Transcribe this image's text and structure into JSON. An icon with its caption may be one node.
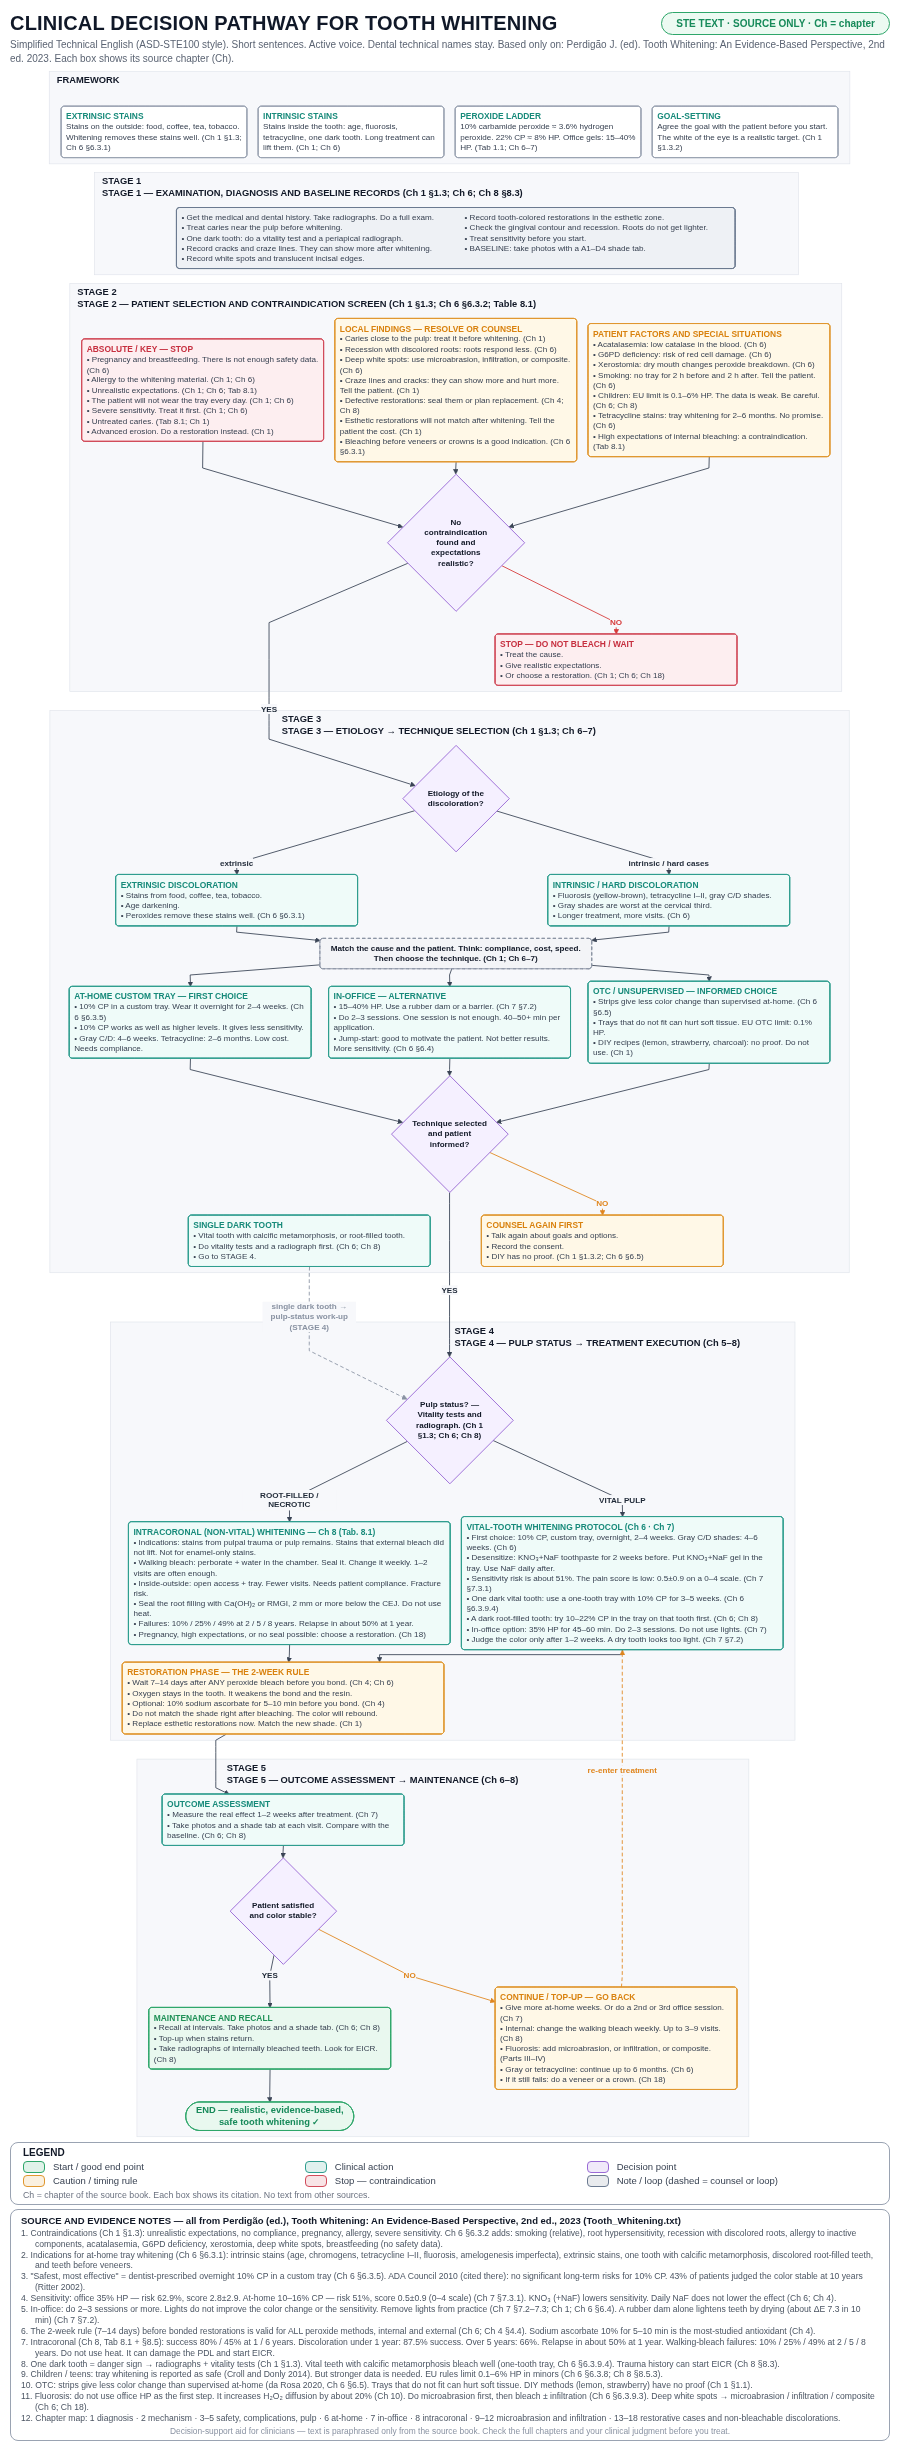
{
  "diagram": {
    "title": "CLINICAL DECISION PATHWAY FOR TOOTH WHITENING",
    "nodes": [
      {
        "text": [
          "FRAMEWORK"
        ]
      },
      {
        "text": [
          "EXTRINSIC STAINS",
          "Stains on the outside: food, coffee, tea, tobacco. Whitening removes these stains well. (Ch 1 §1.3; Ch 6 §6.3.1)"
        ],
        "in": 0
      },
      {
        "text": [
          "INTRINSIC STAINS",
          "Stains inside the tooth: age, fluorosis, tetracycline, one dark tooth. Long treatment can lift them. (Ch 1; Ch 6)"
        ],
        "in": 0
      },
      {
        "text": [
          "PEROXIDE LADDER",
          "10% carbamide peroxide ≈ 3.6% hydrogen peroxide. 22% CP ≈ 8% HP. Office gels: 15–40% HP. (Tab 1.1; Ch 6–7)"
        ],
        "in": 0
      },
      {
        "text": [
          "GOAL-SETTING",
          "Agree the goal with the patient before you start. The white of the eye is a realistic target. (Ch 1 §1.3.2)"
        ],
        "in": 0
      },
      {
        "text": [
          "STAGE 1",
          "STAGE 1 — EXAMINATION, DIAGNOSIS AND BASELINE RECORDS (Ch 1 §1.3; Ch 6; Ch 8 §8.3)"
        ]
      },
      {
        "text": [
          "• Get the medical and dental history. Take radiographs. Do a full exam.",
          "• Treat caries near the pulp before whitening.",
          "• One dark tooth: do a vitality test and a periapical radiograph.",
          "• Record cracks and craze lines. They can show more after whitening.",
          "• Record white spots and translucent incisal edges.",
          "• Record tooth-colored restorations in the esthetic zone.",
          "• Check the gingival contour and recession. Roots do not get lighter.",
          "• Treat sensitivity before you start.",
          "• BASELINE: take photos with a A1–D4 shade tab."
        ],
        "in": 5
      },
      {
        "text": [
          "STAGE 2",
          "STAGE 2 — PATIENT SELECTION AND CONTRAINDICATION SCREEN (Ch 1 §1.3; Ch 6 §6.3.2; Table 8.1)"
        ]
      },
      {
        "text": [
          "ABSOLUTE / KEY — STOP",
          "• Pregnancy and breastfeeding. There is not enough safety data. (Ch 6)",
          "• Allergy to the whitening material. (Ch 1; Ch 6)",
          "• Unrealistic expectations. (Ch 1; Ch 6; Tab 8.1)",
          "• The patient will not wear the tray every day. (Ch 1; Ch 6)",
          "• Severe sensitivity. Treat it first. (Ch 1; Ch 6)",
          "• Untreated caries. (Tab 8.1; Ch 1)",
          "• Advanced erosion. Do a restoration instead. (Ch 1)"
        ],
        "in": 7
      },
      {
        "text": [
          "LOCAL FINDINGS — RESOLVE OR COUNSEL",
          "• Caries close to the pulp: treat it before whitening. (Ch 1)",
          "• Recession with discolored roots: roots respond less. (Ch 6)",
          "• Deep white spots: use microabrasion, infiltration, or composite. (Ch 6)",
          "• Craze lines and cracks: they can show more and hurt more. Tell the patient. (Ch 1)",
          "• Defective restorations: seal them or plan replacement. (Ch 4; Ch 8)",
          "• Esthetic restorations will not match after whitening. Tell the patient the cost. (Ch 1)",
          "• Bleaching before veneers or crowns is a good indication. (Ch 6 §6.3.1)"
        ],
        "in": 7
      },
      {
        "text": [
          "PATIENT FACTORS AND SPECIAL SITUATIONS",
          "• Acatalasemia: low catalase in the blood. (Ch 6)",
          "• G6PD deficiency: risk of red cell damage. (Ch 6)",
          "• Xerostomia: dry mouth changes peroxide breakdown. (Ch 6)",
          "• Smoking: no tray for 2 h before and 2 h after. Tell the patient. (Ch 6)",
          "• Children: EU limit is 0.1–6% HP. The data is weak. Be careful. (Ch 6; Ch 8)",
          "• Tetracycline stains: tray whitening for 2–6 months. No promise. (Ch 6)",
          "• High expectations of internal bleaching: a contraindication. (Tab 8.1)"
        ],
        "in": 7
      },
      {
        "text": [
          "STOP — DO NOT BLEACH / WAIT",
          "• Treat the cause.",
          "• Give realistic expectations.",
          "• Or choose a restoration. (Ch 1; Ch 6; Ch 18)"
        ],
        "in": 7
      },
      {
        "text": [
          "No contraindication found and expectations realistic?"
        ],
        "in": 7
      },
      {
        "text": [
          "STAGE 3",
          "STAGE 3 — ETIOLOGY → TECHNIQUE SELECTION (Ch 1 §1.3; Ch 6–7)"
        ]
      },
      {
        "text": [
          "Etiology of the discoloration?"
        ],
        "in": 13
      },
      {
        "text": [
          "EXTRINSIC DISCOLORATION",
          "• Stains from food, coffee, tea, tobacco.",
          "• Age darkening.",
          "• Peroxides remove these stains well. (Ch 6 §6.3.1)"
        ],
        "in": 13
      },
      {
        "text": [
          "INTRINSIC / HARD DISCOLORATION",
          "• Fluorosis (yellow-brown), tetracycline I–II, gray C/D shades.",
          "• Gray shades are worst at the cervical third.",
          "• Longer treatment, more visits. (Ch 6)"
        ],
        "in": 13
      },
      {
        "text": [
          "SINGLE DARK TOOTH",
          "• Vital tooth with calcific metamorphosis, or root-filled tooth.",
          "• Do vitality tests and a radiograph first. (Ch 6; Ch 8)",
          "• Go to STAGE 4."
        ],
        "in": 13
      },
      {
        "text": [
          "Match the cause and the patient. Think: compliance, cost, speed. Then choose the technique. (Ch 1; Ch 6–7)"
        ],
        "in": 13
      },
      {
        "text": [
          "AT-HOME CUSTOM TRAY — FIRST CHOICE",
          "• 10% CP in a custom tray. Wear it overnight for 2–4 weeks. (Ch 6 §6.3.5)",
          "• 10% CP works as well as higher levels. It gives less sensitivity.",
          "• Gray C/D: 4–6 weeks. Tetracycline: 2–6 months. Low cost. Needs compliance."
        ],
        "in": 13
      },
      {
        "text": [
          "IN-OFFICE — ALTERNATIVE",
          "• 15–40% HP. Use a rubber dam or a barrier. (Ch 7 §7.2)",
          "• Do 2–3 sessions. One session is not enough. 40–50+ min per application.",
          "• Jump-start: good to motivate the patient. Not better results. More sensitivity. (Ch 6 §6.4)"
        ],
        "in": 13
      },
      {
        "text": [
          "OTC / UNSUPERVISED — INFORMED CHOICE",
          "• Strips give less color change than supervised at-home. (Ch 6 §6.5)",
          "• Trays that do not fit can hurt soft tissue. EU OTC limit: 0.1% HP.",
          "• DIY recipes (lemon, strawberry, charcoal): no proof. Do not use. (Ch 1)"
        ],
        "in": 13
      },
      {
        "text": [
          "Technique selected and patient informed?"
        ],
        "in": 13
      },
      {
        "text": [
          "COUNSEL AGAIN FIRST",
          "• Talk again about goals and options.",
          "• Record the consent.",
          "• DIY has no proof. (Ch 1 §1.3.2; Ch 6 §6.5)"
        ],
        "in": 13
      },
      {
        "text": [
          "STAGE 4",
          "STAGE 4 — PULP STATUS → TREATMENT EXECUTION (Ch 5–8)"
        ]
      },
      {
        "text": [
          "Pulp status? — Vitality tests and radiograph. (Ch 1 §1.3; Ch 6; Ch 8)"
        ],
        "in": 24
      },
      {
        "text": [
          "VITAL-TOOTH WHITENING PROTOCOL (Ch 6 · Ch 7)",
          "• First choice: 10% CP, custom tray, overnight, 2–4 weeks. Gray C/D shades: 4–6 weeks. (Ch 6)",
          "• Desensitize: KNO₃+NaF toothpaste for 2 weeks before. Put KNO₃+NaF gel in the tray. Use NaF daily after.",
          "• Sensitivity risk is about 51%. The pain score is low: 0.5±0.9 on a 0–4 scale. (Ch 7 §7.3.1)",
          "• One dark vital tooth: use a one-tooth tray with 10% CP for 3–5 weeks. (Ch 6 §6.3.9.4)",
          "• A dark root-filled tooth: try 10–22% CP in the tray on that tooth first. (Ch 6; Ch 8)",
          "• In-office option: 35% HP for 45–60 min. Do 2–3 sessions. Do not use lights. (Ch 7)",
          "• Judge the color only after 1–2 weeks. A dry tooth looks too light. (Ch 7 §7.2)"
        ],
        "in": 24
      },
      {
        "text": [
          "INTRACORONAL (NON-VITAL) WHITENING — Ch 8 (Tab. 8.1)",
          "• Indications: stains from pulpal trauma or pulp remains. Stains that external bleach did not lift. Not for enamel-only stains.",
          "• Walking bleach: perborate + water in the chamber. Seal it. Change it weekly. 1–2 visits are often enough.",
          "• Inside-outside: open access + tray. Fewer visits. Needs patient compliance. Fracture risk.",
          "• Seal the root filling with Ca(OH)₂ or RMGI, 2 mm or more below the CEJ. Do not use heat.",
          "• Failures: 10% / 25% / 49% at 2 / 5 / 8 years. Relapse in about 50% at 1 year.",
          "• Pregnancy, high expectations, or no seal possible: choose a restoration. (Ch 18)"
        ],
        "in": 24
      },
      {
        "text": [
          "RESTORATION PHASE — THE 2-WEEK RULE",
          "• Wait 7–14 days after ANY peroxide bleach before you bond. (Ch 4; Ch 6)",
          "• Oxygen stays in the tooth. It weakens the bond and the resin.",
          "• Optional: 10% sodium ascorbate for 5–10 min before you bond. (Ch 4)",
          "• Do not match the shade right after bleaching. The color will rebound.",
          "• Replace esthetic restorations now. Match the new shade. (Ch 1)"
        ],
        "in": 24
      },
      {
        "text": [
          "STAGE 5",
          "STAGE 5 — OUTCOME ASSESSMENT → MAINTENANCE (Ch 6–8)"
        ]
      },
      {
        "text": [
          "OUTCOME ASSESSMENT",
          "• Measure the real effect 1–2 weeks after treatment. (Ch 7)",
          "• Take photos and a shade tab at each visit. Compare with the baseline. (Ch 6; Ch 8)"
        ],
        "in": 29
      },
      {
        "text": [
          "Patient satisfied and color stable?"
        ],
        "in": 29
      },
      {
        "text": [
          "CONTINUE / TOP-UP — GO BACK",
          "• Give more at-home weeks. Or do a 2nd or 3rd office session. (Ch 7)",
          "• Internal: change the walking bleach weekly. Up to 3–9 visits. (Ch 8)",
          "• Fluorosis: add microabrasion, or infiltration, or composite. (Parts III–IV)",
          "• Gray or tetracycline: continue up to 6 months. (Ch 6)",
          "• If it still fails: do a veneer or a crown. (Ch 18)"
        ],
        "in": 29
      },
      {
        "text": [
          "MAINTENANCE AND RECALL",
          "• Recall at intervals. Take photos and a shade tab. (Ch 6; Ch 8)",
          "• Top-up when stains return.",
          "• Take radiographs of internally bleached teeth. Look for EICR. (Ch 8)"
        ],
        "in": 29
      },
      {
        "text": [
          "END — realistic, evidence-based, safe tooth whitening ✓"
        ],
        "in": 29
      }
    ],
    "edges": [
      {
        "from": 8,
        "to": 12,
        "arrow": "to"
      },
      {
        "from": 9,
        "to": 12,
        "arrow": "to"
      },
      {
        "from": 10,
        "to": 12,
        "arrow": "to"
      },
      {
        "from": 12,
        "to": 11,
        "arrow": "to",
        "label": "NO",
        "color": "#d63a3a"
      },
      {
        "from": 12,
        "to": 14,
        "arrow": "to",
        "label": "YES"
      },
      {
        "from": 14,
        "to": 15,
        "arrow": "to",
        "label": "extrinsic"
      },
      {
        "from": 14,
        "to": 16,
        "arrow": "to",
        "label": "intrinsic / hard cases"
      },
      {
        "from": 15,
        "to": 18,
        "arrow": "to"
      },
      {
        "from": 16,
        "to": 18,
        "arrow": "to"
      },
      {
        "from": 17,
        "to": 25,
        "arrow": "to",
        "label": "single dark tooth → pulp-status work-up (STAGE 4)",
        "style": "dashed",
        "color": "#8a93a3"
      },
      {
        "from": 18,
        "to": 19,
        "arrow": "to"
      },
      {
        "from": 18,
        "to": 20,
        "arrow": "to"
      },
      {
        "from": 18,
        "to": 21,
        "arrow": "to"
      },
      {
        "from": 19,
        "to": 22,
        "arrow": "to"
      },
      {
        "from": 20,
        "to": 22,
        "arrow": "to"
      },
      {
        "from": 21,
        "to": 22,
        "arrow": "to"
      },
      {
        "from": 22,
        "to": 23,
        "arrow": "to",
        "label": "NO",
        "color": "#e0861e"
      },
      {
        "from": 22,
        "to": 25,
        "arrow": "to",
        "label": "YES"
      },
      {
        "from": 25,
        "to": 26,
        "arrow": "to",
        "label": "VITAL PULP"
      },
      {
        "from": 25,
        "to": 27,
        "arrow": "to",
        "label": "ROOT-FILLED / NECROTIC"
      },
      {
        "from": 26,
        "to": 28,
        "arrow": "to"
      },
      {
        "from": 27,
        "to": 28,
        "arrow": "to"
      },
      {
        "from": 28,
        "to": 30,
        "arrow": "to"
      },
      {
        "from": 30,
        "to": 31,
        "arrow": "to"
      },
      {
        "from": 31,
        "to": 32,
        "arrow": "to",
        "label": "NO",
        "color": "#e0861e"
      },
      {
        "from": 31,
        "to": 33,
        "arrow": "to",
        "label": "YES"
      },
      {
        "from": 33,
        "to": 34,
        "arrow": "to"
      },
      {
        "from": 32,
        "to": 26,
        "arrow": "to",
        "label": "re-enter treatment",
        "style": "dashed",
        "color": "#e0861e"
      }
    ],
    "labels": [
      "Simplified Technical English (ASD-STE100 style). Short sentences. Active voice. Dental technical names stay. Based only on: Perdigão J. (ed). Tooth Whitening: An Evidence-Based Perspective, 2nd ed. 2023. Each box shows its source chapter (Ch).",
      "STE TEXT · SOURCE ONLY · Ch = chapter",
      "LEGEND",
      "Ch = chapter of the source book. Each box shows its citation. No text from other sources.",
      "SOURCE AND EVIDENCE NOTES — all from Perdigão (ed.), Tooth Whitening: An Evidence-Based Perspective, 2nd ed., 2023 (Tooth_Whitening.txt)",
      "1. Contraindications (Ch 1 §1.3): unrealistic expectations, no compliance, pregnancy, allergy, severe sensitivity. Ch 6 §6.3.2 adds: smoking (relative), root hypersensitivity, recession with discolored roots, allergy to inactive components, acatalasemia, G6PD deficiency, xerostomia, deep white spots, breastfeeding (no safety data).",
      "2. Indications for at-home tray whitening (Ch 6 §6.3.1): intrinsic stains (age, chromogens, tetracycline I–II, fluorosis, amelogenesis imperfecta), extrinsic stains, one tooth with calcific metamorphosis, discolored root-filled teeth, and teeth before veneers.",
      "3. \"Safest, most effective\" = dentist-prescribed overnight 10% CP in a custom tray (Ch 6 §6.3.5). ADA Council 2010 (cited there): no significant long-term risks for 10% CP. 43% of patients judged the color stable at 10 years (Ritter 2002).",
      "4. Sensitivity: office 35% HP — risk 62.9%, score 2.8±2.9. At-home 10–16% CP — risk 51%, score 0.5±0.9 (0–4 scale) (Ch 7 §7.3.1). KNO₃ (+NaF) lowers sensitivity. Daily NaF does not lower the effect (Ch 6; Ch 4).",
      "5. In-office: do 2–3 sessions or more. Lights do not improve the color change or the sensitivity. Remove lights from practice (Ch 7 §7.2–7.3; Ch 1; Ch 6 §6.4). A rubber dam alone lightens teeth by drying (about ΔE 7.3 in 10 min) (Ch 7 §7.2).",
      "6. The 2-week rule (7–14 days) before bonded restorations is valid for ALL peroxide methods, internal and external (Ch 6; Ch 4 §4.4). Sodium ascorbate 10% for 5–10 min is the most-studied antioxidant (Ch 4).",
      "7. Intracoronal (Ch 8, Tab 8.1 + §8.5): success 80% / 45% at 1 / 6 years. Discoloration under 1 year: 87.5% success. Over 5 years: 66%. Relapse in about 50% at 1 year. Walking-bleach failures: 10% / 25% / 49% at 2 / 5 / 8 years. Do not use heat. It can damage the PDL and start EICR.",
      "8. One dark tooth = danger sign → radiographs + vitality tests (Ch 1 §1.3). Vital teeth with calcific metamorphosis bleach well (one-tooth tray, Ch 6 §6.3.9.4). Trauma history can start EICR (Ch 8 §8.3).",
      "9. Children / teens: tray whitening is reported as safe (Croll and Donly 2014). But stronger data is needed. EU rules limit 0.1–6% HP in minors (Ch 6 §6.3.8; Ch 8 §8.5.3).",
      "10. OTC: strips give less color change than supervised at-home (da Rosa 2020, Ch 6 §6.5). Trays that do not fit can hurt soft tissue. DIY methods (lemon, strawberry) have no proof (Ch 1 §1.1).",
      "11. Fluorosis: do not use office HP as the first step. It increases H₂O₂ diffusion by about 20% (Ch 10). Do microabrasion first, then bleach ± infiltration (Ch 6 §6.3.9.3). Deep white spots → microabrasion / infiltration / composite (Ch 6; Ch 18).",
      "12. Chapter map: 1 diagnosis · 2 mechanism · 3–5 safety, complications, pulp · 6 at-home · 7 in-office · 8 intracoronal · 9–12 microabrasion and infiltration · 13–18 restorative cases and non-bleachable discolorations.",
      "Decision-support aid for clinicians — text is paraphrased only from the source book. Check the full chapters and your clinical judgment before you treat."
    ],
    "legend": [
      {
        "text": "Start / good end point",
        "color": "#2ea66a"
      },
      {
        "text": "Clinical action",
        "color": "#2f9e8f"
      },
      {
        "text": "Decision point",
        "color": "#9a6ad6"
      },
      {
        "text": "Caution / timing rule",
        "color": "#e0972f"
      },
      {
        "text": "Stop — contraindication",
        "color": "#d14b5a"
      },
      {
        "text": "Note / loop (dashed = counsel or loop)",
        "color": "#6b7a90"
      }
    ]
  }
}
